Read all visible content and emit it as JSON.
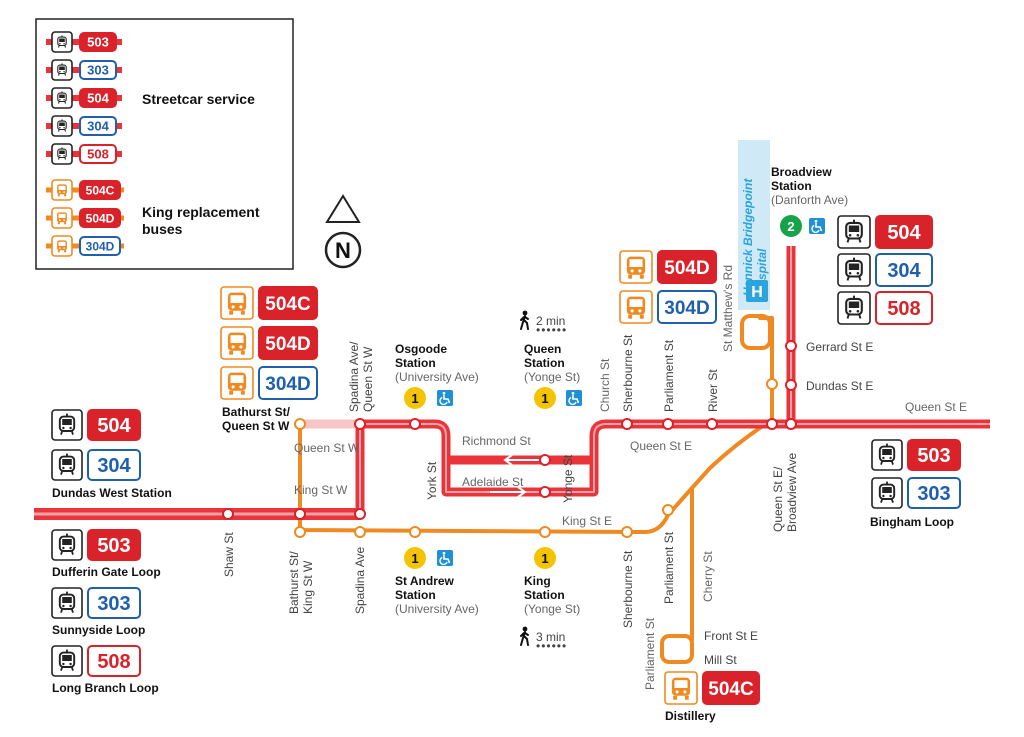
{
  "colors": {
    "streetcar_red": "#d9222a",
    "route_blue": "#1f5fae",
    "bus_orange": "#ef8a22",
    "line_red": "#e8343a",
    "line_red_light": "#f4a3a6",
    "subway_yellow": "#f5c400",
    "subway_green": "#16a34a",
    "access_blue": "#1f8fd6",
    "hospital_blue": "#2aa4dc"
  },
  "legend": {
    "streetcar_routes": [
      {
        "route": "503",
        "style": "red-filled"
      },
      {
        "route": "303",
        "style": "blue-outline"
      },
      {
        "route": "504",
        "style": "red-filled"
      },
      {
        "route": "304",
        "style": "blue-outline"
      },
      {
        "route": "508",
        "style": "red-outline"
      }
    ],
    "streetcar_label": "Streetcar service",
    "bus_routes": [
      {
        "route": "504C",
        "style": "red-filled"
      },
      {
        "route": "504D",
        "style": "red-filled"
      },
      {
        "route": "304D",
        "style": "blue-outline"
      }
    ],
    "bus_label_line1": "King replacement",
    "bus_label_line2": "buses"
  },
  "north_arrow": {
    "letter": "N"
  },
  "terminals": {
    "dundas_west": {
      "name": "Dundas West Station",
      "routes": [
        "504",
        "304"
      ]
    },
    "dufferin_gate": {
      "name": "Dufferin Gate Loop",
      "route": "503"
    },
    "sunnyside": {
      "name": "Sunnyside Loop",
      "route": "303"
    },
    "long_branch": {
      "name": "Long Branch Loop",
      "route": "508"
    },
    "bingham": {
      "name": "Bingham Loop",
      "routes": [
        "503",
        "303"
      ]
    },
    "broadview_routes": [
      "504",
      "304",
      "508"
    ],
    "bathurst_bus_routes": [
      "504C",
      "504D",
      "304D"
    ],
    "parliament_bus_routes": [
      "504D",
      "304D"
    ],
    "distillery": {
      "name": "Distillery",
      "route": "504C"
    }
  },
  "stations": {
    "osgoode": {
      "name": "Osgoode",
      "line2": "Station",
      "sub": "(University Ave)",
      "line": "1"
    },
    "queen": {
      "name": "Queen",
      "line2": "Station",
      "sub": "(Yonge St)",
      "line": "1",
      "walk": "2 min"
    },
    "st_andrew": {
      "name": "St Andrew",
      "line2": "Station",
      "sub": "(University Ave)",
      "line": "1"
    },
    "king": {
      "name": "King",
      "line2": "Station",
      "sub": "(Yonge St)",
      "line": "1",
      "walk": "3 min"
    },
    "broadview": {
      "name": "Broadview",
      "line2": "Station",
      "sub": "(Danforth Ave)",
      "line": "2"
    }
  },
  "hospital": {
    "line1": "Hennick Bridgepoint",
    "line2": "Hospital",
    "symbol": "H"
  },
  "streets": {
    "bathurst_queen_1": "Bathurst St/",
    "bathurst_queen_2": "Queen St W",
    "queen_st_w": "Queen St W",
    "king_st_w": "King St W",
    "spadina_queen_1": "Spadina Ave/",
    "spadina_queen_2": "Queen St W",
    "richmond": "Richmond St",
    "adelaide": "Adelaide St",
    "york": "York St",
    "yonge": "Yonge St",
    "church": "Church St",
    "sherbourne": "Sherbourne St",
    "parliament": "Parliament St",
    "river": "River St",
    "st_matthews": "St Matthew's Rd",
    "queen_st_e_1": "Queen St E",
    "queen_st_e_2": "Queen St E",
    "gerrard": "Gerrard St E",
    "dundas_e": "Dundas St E",
    "queen_broadview_1": "Queen St E/",
    "queen_broadview_2": "Broadview Ave",
    "shaw": "Shaw St",
    "bathurst_king_1": "Bathurst St/",
    "bathurst_king_2": "King St W",
    "spadina": "Spadina Ave",
    "king_st_e": "King St E",
    "sherbourne_s": "Sherbourne St",
    "parliament_s": "Parliament St",
    "cherry": "Cherry St",
    "front": "Front St E",
    "mill": "Mill St",
    "parliament_low": "Parliament St"
  }
}
